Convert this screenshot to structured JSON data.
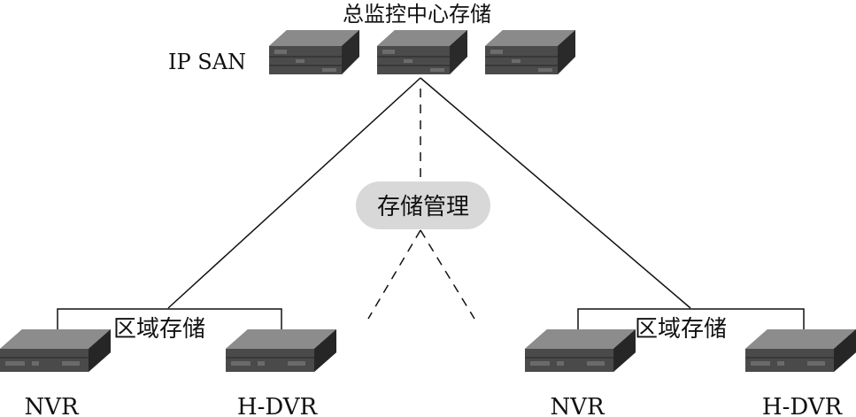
{
  "central": {
    "title": "总监控中心存储",
    "ipsan_label": "IP SAN"
  },
  "management": {
    "label": "存储管理"
  },
  "regions": [
    {
      "label": "区域存储",
      "left_device": "NVR",
      "right_device": "H-DVR"
    },
    {
      "label": "区域存储",
      "left_device": "NVR",
      "right_device": "H-DVR"
    }
  ],
  "colors": {
    "line": "#111111",
    "bubble_fill": "#d8d8d8",
    "device_dark": "#3a3a3a",
    "device_mid": "#555555",
    "device_light": "#7a7a7a"
  },
  "icons": {
    "storage_server": "storage-server-icon",
    "recorder": "recorder-device-icon"
  }
}
